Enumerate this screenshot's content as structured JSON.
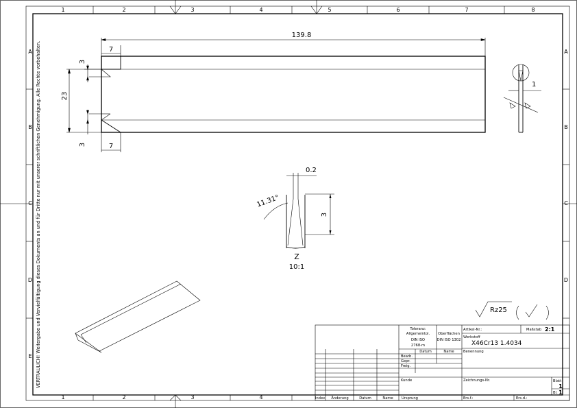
{
  "frame": {
    "columns": [
      "1",
      "2",
      "3",
      "4",
      "5",
      "6",
      "7",
      "8"
    ],
    "rows": [
      "A",
      "B",
      "C",
      "D",
      "E"
    ]
  },
  "side_note": "VERTRAULICH! Weitergabe und Vervielfältigung dieses Dokuments an und für Dritte nur mit unserer schriftlichen Genehmigung. Alle Rechte vorbehalten.",
  "dimensions": {
    "length": "139.8",
    "height": "23",
    "chamfer_top_len": "7",
    "chamfer_top_h": "3",
    "chamfer_bottom_len": "7",
    "chamfer_bottom_h": "3",
    "side_thickness": "1",
    "detail_tip": "0.2",
    "detail_angle": "11.31°",
    "detail_height": "3"
  },
  "detail": {
    "label": "Z",
    "scale": "10:1"
  },
  "surface": {
    "roughness": "Rz25"
  },
  "title_block": {
    "tolerance_lines": [
      "Toleranz:",
      "Allgemeintol.",
      "DIN ISO",
      "2768-m"
    ],
    "surface_lines": [
      "Oberflächen",
      "DIN ISO 1302"
    ],
    "article_label": "Artikel-Nr.:",
    "scale_label": "Maßstab",
    "scale_value": "2:1",
    "material_label": "Werkstoff",
    "material_value": "X46Cr13 1.4034",
    "designation_label": "Benennung",
    "date_header": "Datum",
    "name_header": "Name",
    "row_labels": [
      "Bearb.",
      "Gepr.",
      "Freig."
    ],
    "customer_label": "Kunde",
    "drawing_no_label": "Zeichnungs-Nr.",
    "sheet_label": "Blatt",
    "sheet_value": "1",
    "sheets_label": "Bl.",
    "sheets_value": "1",
    "rev_headers": [
      "Index",
      "Änderung",
      "Datum",
      "Name",
      "Ursprung"
    ],
    "replaced_for": "Ers.f.:",
    "replaced_by": "Ers.d.:"
  }
}
